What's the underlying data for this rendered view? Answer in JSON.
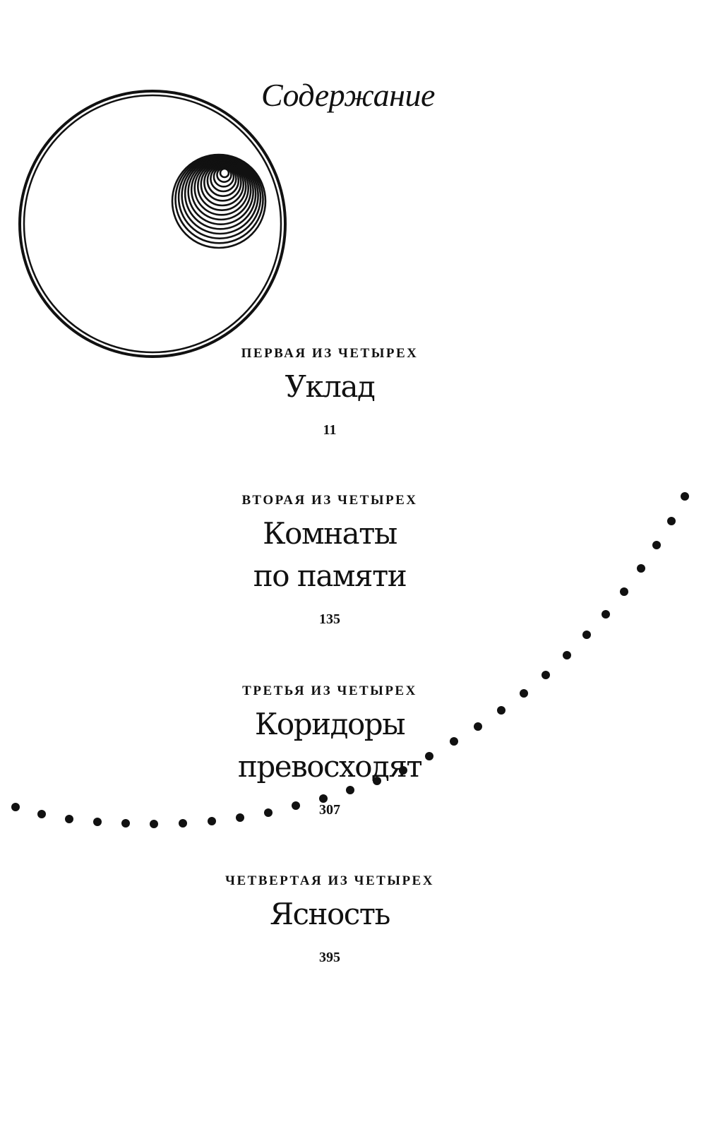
{
  "title": "Содержание",
  "parts": [
    {
      "label": "ПЕРВАЯ ИЗ ЧЕТЫРЕХ",
      "heading": [
        "Уклад"
      ],
      "page": "11"
    },
    {
      "label": "ВТОРАЯ ИЗ ЧЕТЫРЕХ",
      "heading": [
        "Комнаты",
        "по памяти"
      ],
      "page": "135"
    },
    {
      "label": "ТРЕТЬЯ ИЗ ЧЕТЫРЕХ",
      "heading": [
        "Коридоры",
        "превосходят"
      ],
      "page": "307"
    },
    {
      "label": "ЧЕТВЕРТАЯ ИЗ ЧЕТЫРЕХ",
      "heading": [
        "Ясность"
      ],
      "page": "395"
    }
  ],
  "decorations": {
    "large-circle": "double-ring",
    "spiral": "concentric-spiral",
    "dotted-curve": "dots"
  }
}
